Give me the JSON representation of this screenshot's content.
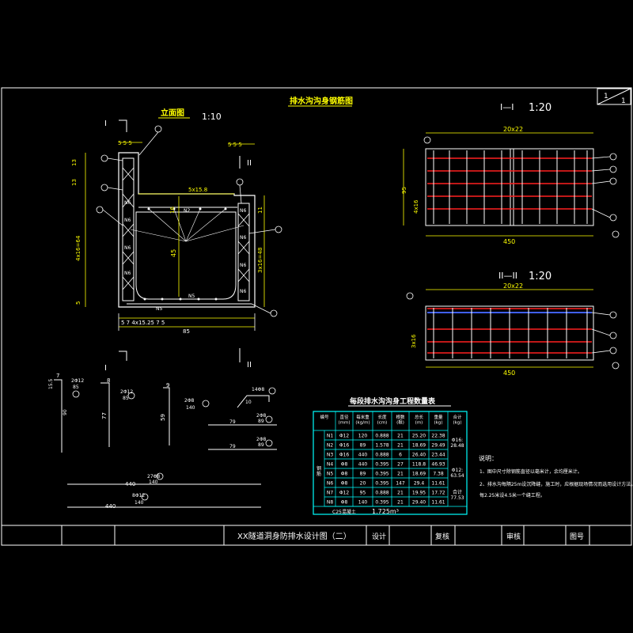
{
  "sheet": {
    "index": "1",
    "total": "1"
  },
  "drawing_title": "排水沟沟身钢筋图",
  "elevation": {
    "title": "立面图",
    "scale": "1:10",
    "cut_label_1": "I",
    "cut_label_2": "II"
  },
  "section_1": {
    "title": "I—I",
    "scale": "1:20",
    "top_dim": "20x22",
    "side_dim": "4x16",
    "left_dim": "95",
    "bottom_dim": "450"
  },
  "section_2": {
    "title": "II—II",
    "scale": "1:20",
    "top_dim": "20x22",
    "side_dim": "3x16",
    "bottom_dim": "450"
  },
  "elev_dims": {
    "top_left": "5  5  5",
    "top_right": "5  5  5",
    "left_1": "13",
    "left_2": "13",
    "left_3": "4x16=64",
    "left_4": "5",
    "right_1": "11",
    "right_2": "3x16=48",
    "inner_top": "5x15.8",
    "inner_h": "16",
    "center": "45",
    "bottom_segments": "5   7      4x15.25      7   5",
    "total": "85",
    "bar_labels": [
      "N6",
      "N6",
      "N6",
      "N6",
      "N6",
      "N6",
      "N6",
      "N6",
      "N2",
      "N5",
      "N5"
    ]
  },
  "bar_sketches": [
    {
      "id": "1",
      "top": "7",
      "left": "15.5",
      "side": "90",
      "bend": "2Φ12",
      "len": "85"
    },
    {
      "id": "2",
      "top": "8",
      "side": "77",
      "bend": "2Φ12",
      "len": "85"
    },
    {
      "id": "3",
      "top": "9",
      "side": "59",
      "bend": "2Φ8",
      "len": "140"
    },
    {
      "id": "4",
      "top": "14Φ8",
      "side": "10"
    },
    {
      "id": "5",
      "a": "79",
      "b": "2Φ8",
      "c": "89"
    },
    {
      "id": "6",
      "a": "79",
      "b": "2Φ8",
      "c": "89"
    },
    {
      "id": "7",
      "a": "440",
      "b": "27Φ8",
      "c": "140"
    },
    {
      "id": "8",
      "a": "440",
      "b": "8Φ12",
      "c": "140"
    }
  ],
  "table": {
    "title": "每段排水沟沟身工程数量表",
    "headers": [
      "编号",
      "直径\n(mm)",
      "每米重\n(kg/m)",
      "长度\n(cm)",
      "根数\n(根)",
      "总长\n(m)",
      "重量\n(kg)",
      "合计\n(kg)"
    ],
    "group_label": "钢\n筋",
    "rows": [
      [
        "N1",
        "Φ12",
        "120",
        "0.888",
        "21",
        "25.20",
        "22.38"
      ],
      [
        "N2",
        "Φ16",
        "89",
        "1.578",
        "21",
        "18.69",
        "29.49"
      ],
      [
        "N3",
        "Φ16",
        "440",
        "0.888",
        "6",
        "26.40",
        "23.44"
      ],
      [
        "N4",
        "Φ8",
        "440",
        "0.395",
        "27",
        "118.8",
        "46.93"
      ],
      [
        "N5",
        "Φ8",
        "89",
        "0.395",
        "21",
        "18.69",
        "7.38"
      ],
      [
        "N6",
        "Φ8",
        "20",
        "0.395",
        "147",
        "29.4",
        "11.61"
      ],
      [
        "N7",
        "Φ12",
        "95",
        "0.888",
        "21",
        "19.95",
        "17.72"
      ],
      [
        "N8",
        "Φ8",
        "140",
        "0.395",
        "21",
        "29.40",
        "11.61"
      ]
    ],
    "subtotal_1": "Φ16:\n28.48",
    "subtotal_2": "Φ12:\n63.54",
    "total_label": "合计\n77.53",
    "concrete_label": "C25混凝土",
    "concrete_value": "1.725m³"
  },
  "notes": {
    "title": "说明：",
    "items": [
      "1、图中尺寸除钢筋直径以毫米计，余均厘米计。",
      "2、排水沟每隔25m设沉降缝，施工时，应根据现场情况而选用设计方法，",
      "   每2.25米设4.5米一个缝工程。"
    ]
  },
  "title_block": {
    "project": "XX隧道洞身防排水设计图（二）",
    "design": "设计",
    "review": "复核",
    "audit": "审核",
    "drawing_no": "图号"
  }
}
